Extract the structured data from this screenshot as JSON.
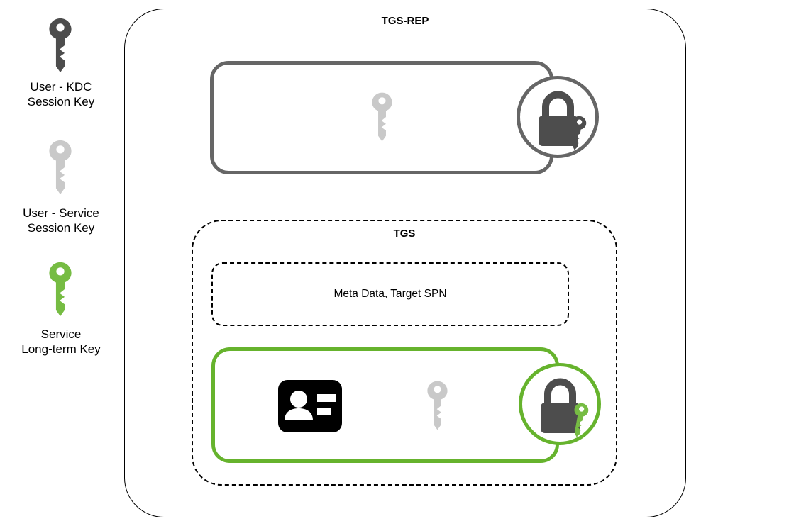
{
  "legend": {
    "items": [
      {
        "icon": "key-icon",
        "color": "#4D4D4D",
        "line1": "User - KDC",
        "line2": "Session Key"
      },
      {
        "icon": "key-icon",
        "color": "#C9C9C9",
        "line1": "User - Service",
        "line2": "Session Key"
      },
      {
        "icon": "key-icon",
        "color": "#76BC43",
        "line1": "Service",
        "line2": "Long-term Key"
      }
    ]
  },
  "diagram": {
    "tgs_rep_label": "TGS-REP",
    "tgs_label": "TGS",
    "meta_box_text": "Meta Data, Target SPN"
  },
  "colors": {
    "key_dark": "#4D4D4D",
    "key_light": "#C9C9C9",
    "key_green": "#76BC43",
    "green": "#66B32D",
    "box_gray": "#666666",
    "lock_dark": "#4D4D4D",
    "card_black": "#000000",
    "outline": "#000000",
    "white": "#FFFFFF"
  }
}
